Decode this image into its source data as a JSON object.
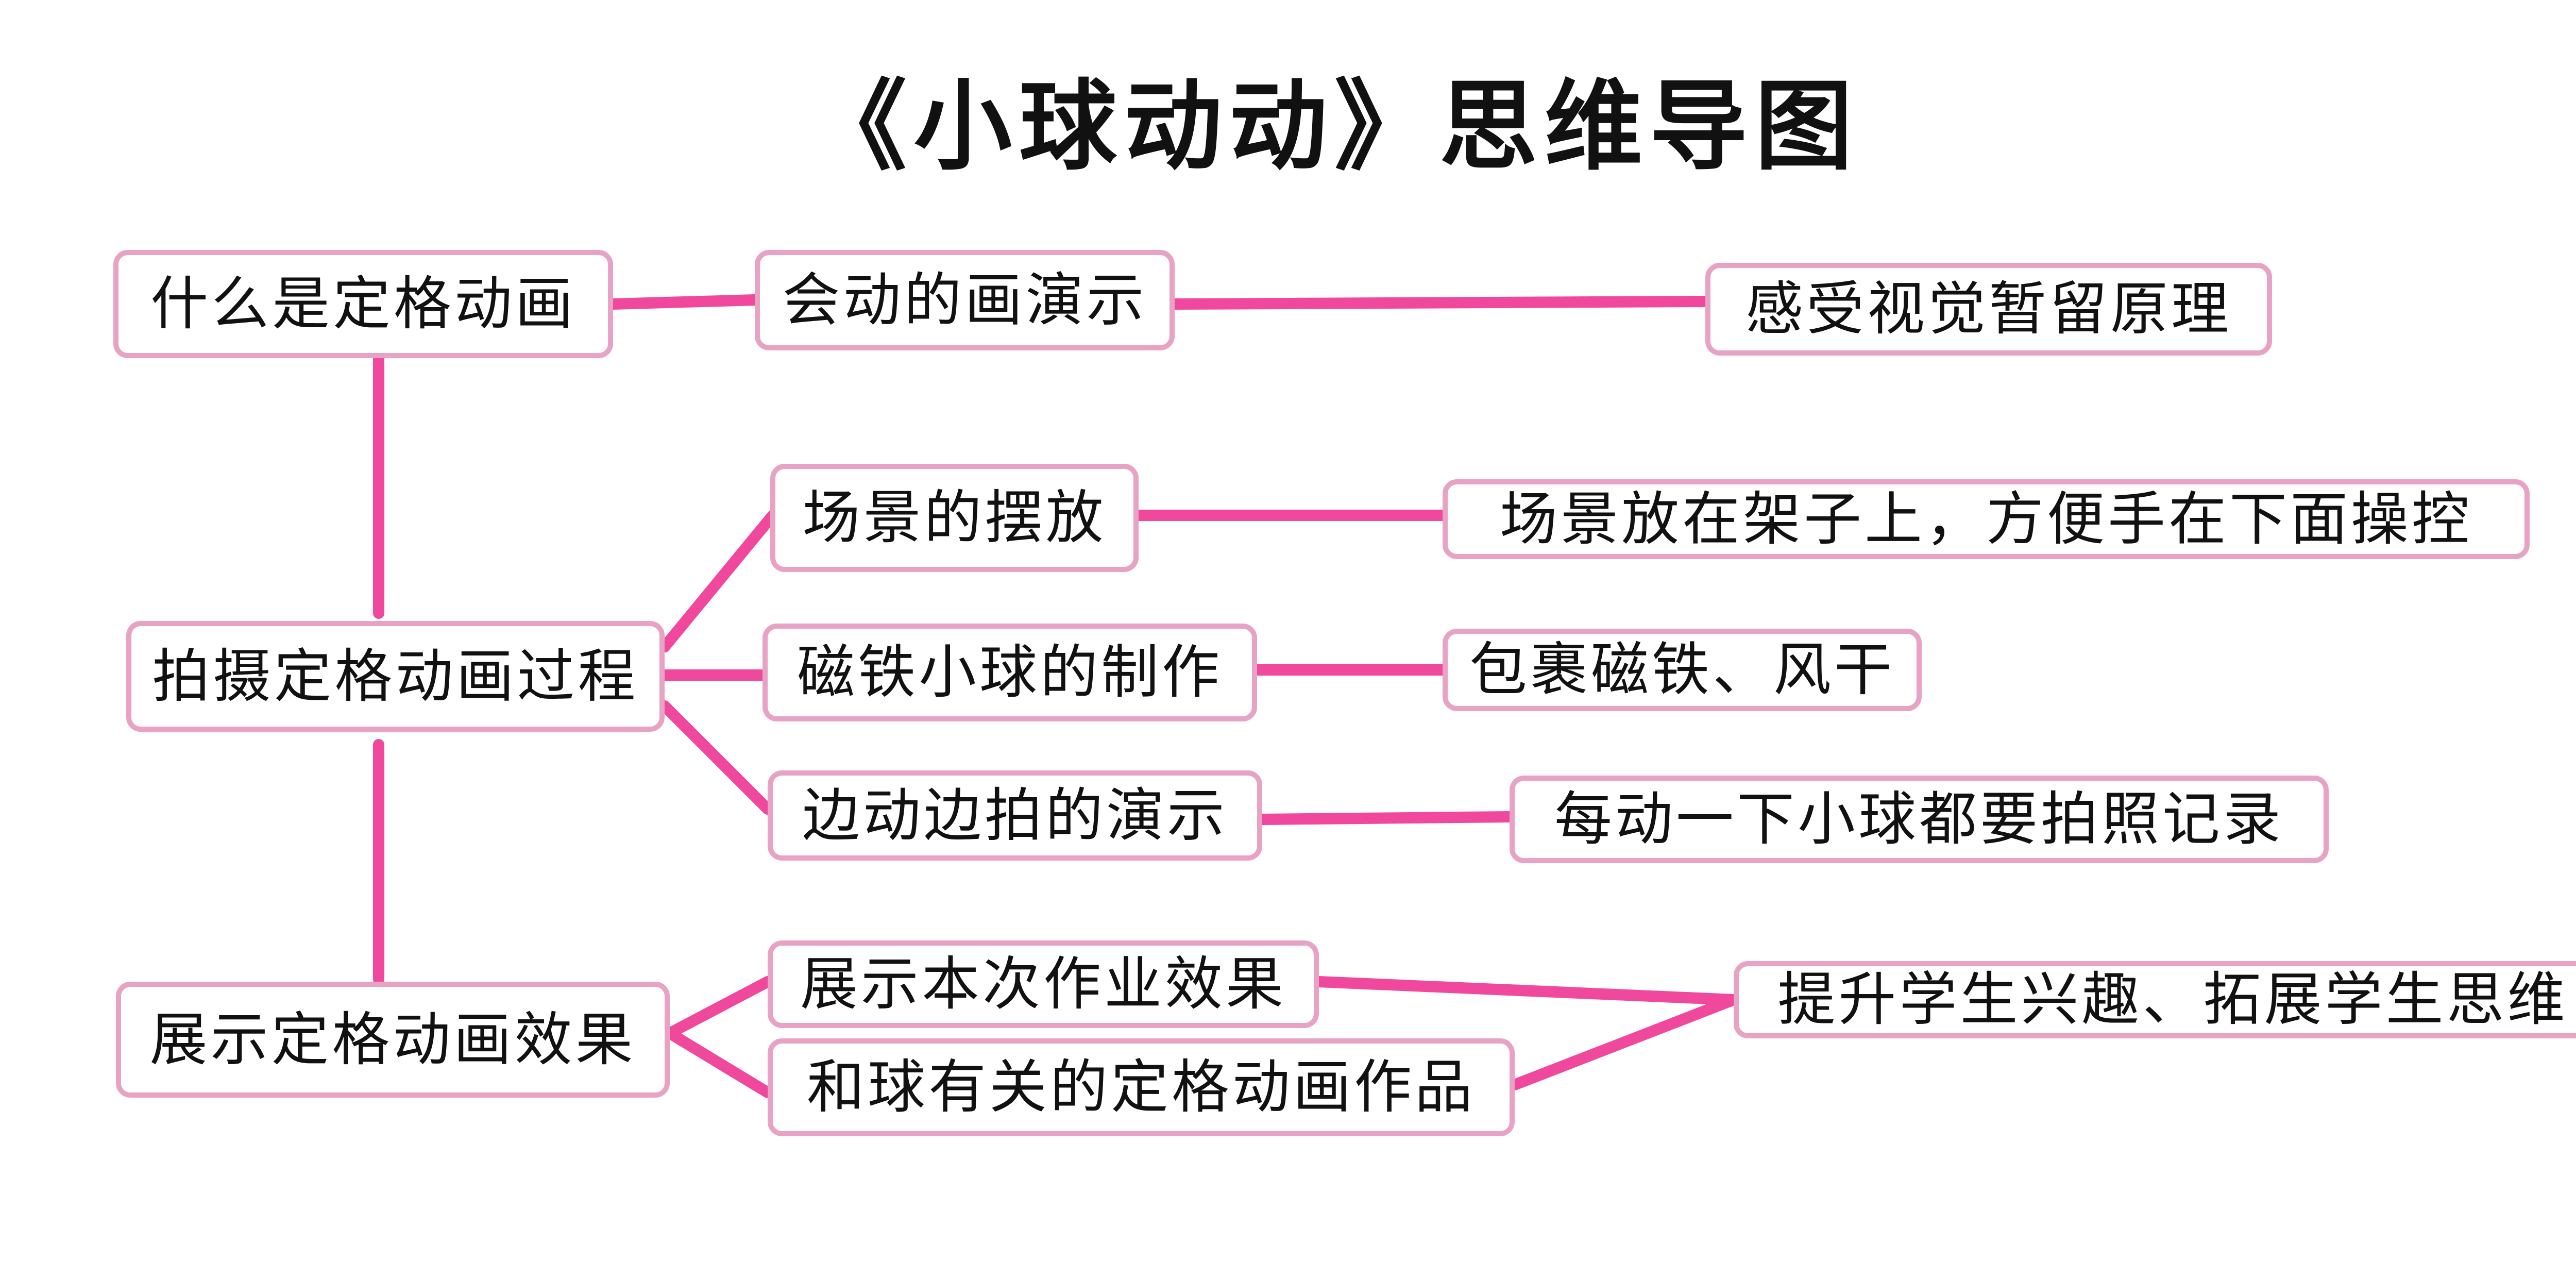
{
  "title": "《小球动动》思维导图",
  "colors": {
    "connector": "#f0489c",
    "node_border": "#e8a2c4",
    "text": "#111111"
  },
  "nodes": {
    "what_is": "什么是定格动画",
    "moving_painting": "会动的画演示",
    "persistence": "感受视觉暂留原理",
    "shooting_process": "拍摄定格动画过程",
    "scene_setup": "场景的摆放",
    "scene_detail": "场景放在架子上，方便手在下面操控",
    "magnet_ball": "磁铁小球的制作",
    "magnet_detail": "包裹磁铁、风干",
    "move_and_shoot": "边动边拍的演示",
    "move_detail": "每动一下小球都要拍照记录",
    "show_effect": "展示定格动画效果",
    "homework_show": "展示本次作业效果",
    "ball_works": "和球有关的定格动画作品",
    "interest": "提升学生兴趣、拓展学生思维"
  }
}
